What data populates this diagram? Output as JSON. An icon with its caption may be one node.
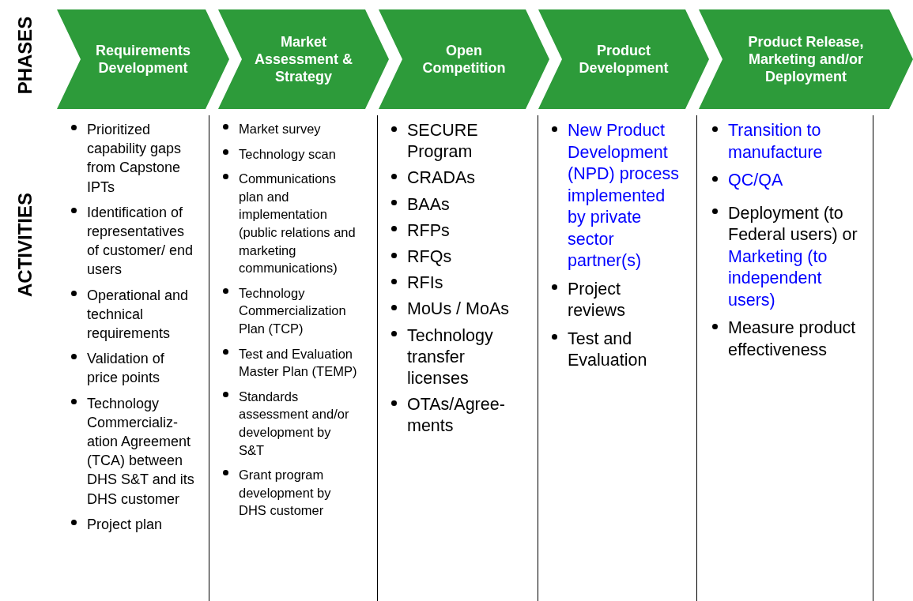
{
  "diagram": {
    "nodes": [
      {
        "text": [
          "Requirements Development"
        ]
      },
      {
        "text": [
          "Market Assessment & Strategy"
        ]
      },
      {
        "text": [
          "Open Competition"
        ]
      },
      {
        "text": [
          "Product Development"
        ]
      },
      {
        "text": [
          "Product Release, Marketing and/or Deployment"
        ]
      },
      {
        "text": [
          "Prioritized capability gaps from Capstone IPTs",
          "Identification of representatives of customer/ end users",
          "Operational and technical requirements",
          "Validation of price points",
          "Technology Commercializ-ation Agreement (TCA) between DHS S&T and its DHS customer",
          "Project plan"
        ]
      },
      {
        "text": [
          "Market survey",
          "Technology scan",
          "Communications plan and implementation (public relations and marketing communications)",
          "Technology Commercialization Plan (TCP)",
          "Test and Evaluation Master Plan (TEMP)",
          "Standards assessment and/or development by S&T",
          "Grant program development by DHS customer"
        ]
      },
      {
        "text": [
          "SECURE Program",
          "CRADAs",
          "BAAs",
          "RFPs",
          "RFQs",
          "RFIs",
          "MoUs / MoAs",
          "Technology transfer licenses",
          "OTAs/Agree-ments"
        ]
      },
      {
        "text": [
          "New Product Development (NPD) process implemented by private sector partner(s)",
          "Project reviews",
          "Test and Evaluation"
        ]
      },
      {
        "text": [
          "Transition to manufacture",
          "QC/QA",
          "Deployment (to Federal users) or",
          "Marketing (to independent users)",
          "Measure product effectiveness"
        ]
      }
    ],
    "labels": [
      "PHASES",
      "ACTIVITIES"
    ]
  }
}
